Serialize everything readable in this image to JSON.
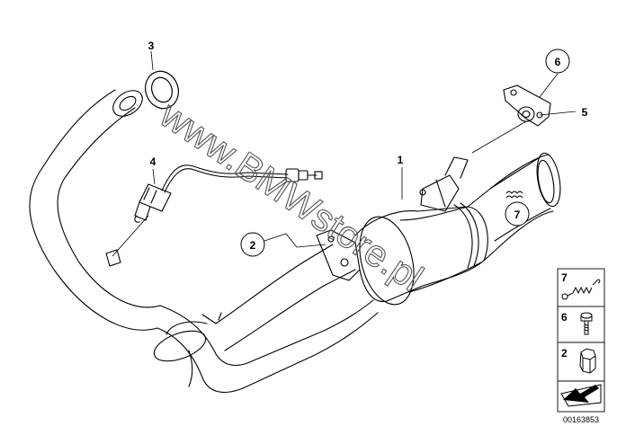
{
  "callouts": {
    "c1": "1",
    "c2": "2",
    "c3": "3",
    "c4": "4",
    "c5": "5",
    "c6": "6",
    "c7": "7"
  },
  "legend": {
    "items": [
      "7",
      "6",
      "2"
    ]
  },
  "watermark": "www.BMWstore.pl",
  "diagram_number": "00163853"
}
